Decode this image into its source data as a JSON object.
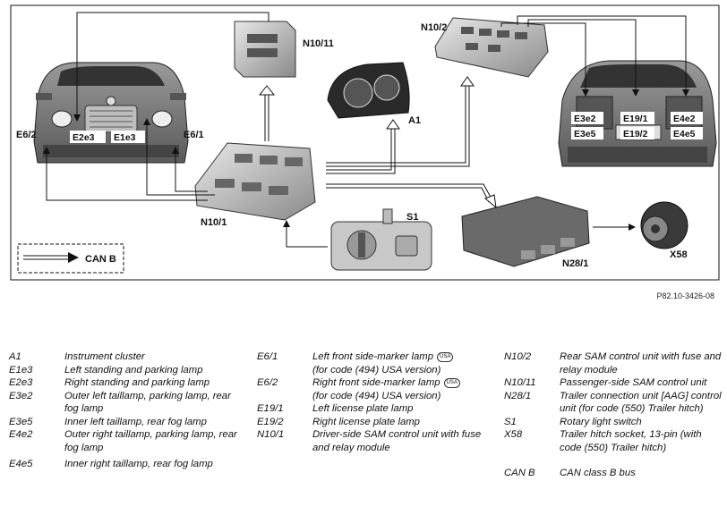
{
  "labels": {
    "n10_11": "N10/11",
    "n10_2": "N10/2",
    "a1": "A1",
    "n10_1": "N10/1",
    "s1": "S1",
    "n28_1": "N28/1",
    "x58": "X58",
    "e6_2": "E6/2",
    "e6_1": "E6/1",
    "e2e3": "E2e3",
    "e1e3": "E1e3",
    "e3e2": "E3e2",
    "e19_1": "E19/1",
    "e4e2": "E4e2",
    "e3e5": "E3e5",
    "e19_2": "E19/2",
    "e4e5": "E4e5",
    "can_b": "CAN B"
  },
  "reference": "P82.10-3426-08",
  "usa_badge": "USA",
  "legend": {
    "col1": [
      {
        "code": "A1",
        "desc": "Instrument cluster"
      },
      {
        "code": "E1e3",
        "desc": "Left standing and parking lamp"
      },
      {
        "code": "E2e3",
        "desc": "Right standing and parking lamp"
      },
      {
        "code": "E3e2",
        "desc": "Outer left taillamp, parking lamp, rear fog lamp"
      },
      {
        "code": "E3e5",
        "desc": "Inner left taillamp, rear fog lamp"
      },
      {
        "code": "E4e2",
        "desc": "Outer right taillamp, parking lamp, rear fog lamp"
      },
      {
        "code": "E4e5",
        "desc": "Inner right taillamp, rear fog lamp"
      }
    ],
    "col2": [
      {
        "code": "E6/1",
        "desc": "Left front side-marker lamp",
        "desc2": "(for code (494) USA version)"
      },
      {
        "code": "E6/2",
        "desc": "Right front side-marker lamp",
        "desc2": "(for code (494) USA version)"
      },
      {
        "code": "E19/1",
        "desc": "Left license plate lamp"
      },
      {
        "code": "E19/2",
        "desc": "Right license plate lamp"
      },
      {
        "code": "N10/1",
        "desc": "Driver-side SAM control unit with fuse and relay module"
      }
    ],
    "col3": [
      {
        "code": "N10/2",
        "desc": "Rear SAM control unit with fuse and relay module"
      },
      {
        "code": "N10/11",
        "desc": "Passenger-side SAM control unit"
      },
      {
        "code": "N28/1",
        "desc": "Trailer connection unit [AAG] control unit (for code (550) Trailer hitch)"
      },
      {
        "code": "S1",
        "desc": "Rotary light switch"
      },
      {
        "code": "X58",
        "desc": "Trailer hitch socket, 13-pin (with code (550) Trailer hitch)"
      },
      {
        "code": "CAN B",
        "desc": "CAN class B bus"
      }
    ]
  }
}
